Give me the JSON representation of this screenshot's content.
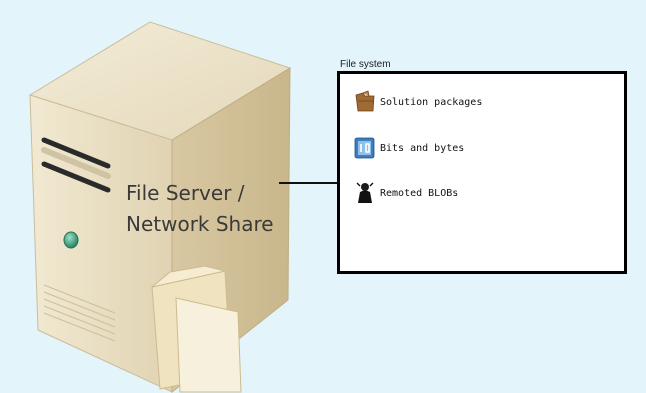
{
  "server": {
    "label_line1": "File Server /",
    "label_line2": "Network Share"
  },
  "file_system": {
    "title": "File system",
    "items": [
      {
        "label": "Solution packages",
        "icon": "package-icon"
      },
      {
        "label": "Bits and bytes",
        "icon": "binary-file-icon"
      },
      {
        "label": "Remoted BLOBs",
        "icon": "blob-icon"
      }
    ]
  },
  "colors": {
    "background": "#e3f4fb",
    "server_body": "#eadfc4",
    "connector": "#111111",
    "box_border": "#000000"
  }
}
